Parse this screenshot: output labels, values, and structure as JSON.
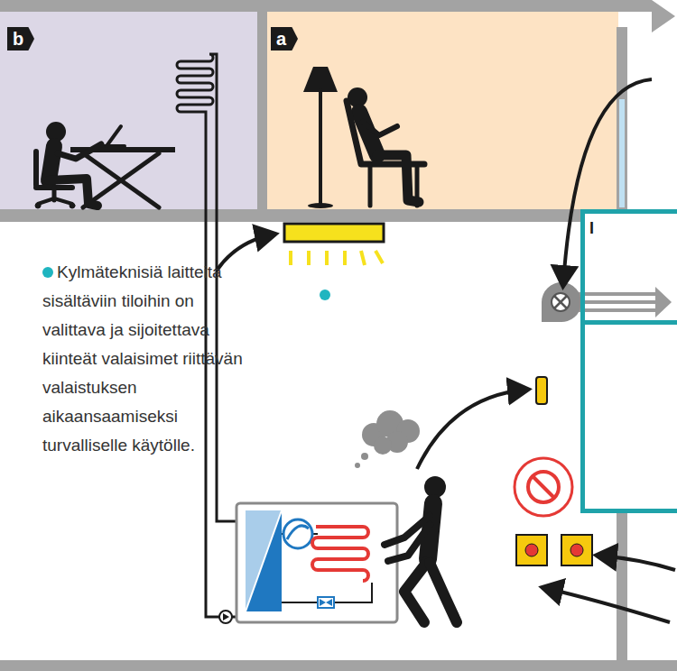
{
  "diagram": {
    "nodes": [
      {
        "text": [
          "b"
        ]
      },
      {
        "text": [
          "a"
        ]
      },
      {
        "text": [
          "I"
        ]
      }
    ],
    "labels": [
      "Kylmäteknisiä laitteita sisältäviin tiloihin on valittava ja sijoitettava kiinteät valaisimet riittävän valaistuksen aikaansaamiseksi turvalliselle käytölle."
    ]
  }
}
